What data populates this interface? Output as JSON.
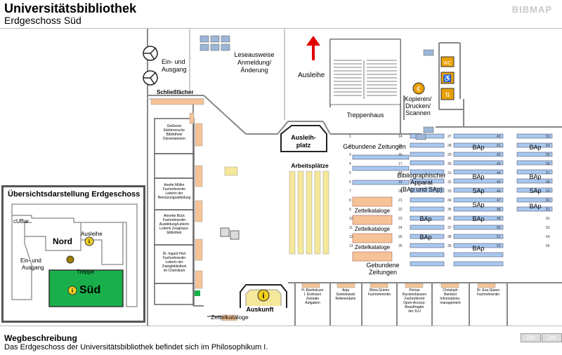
{
  "header": {
    "title": "Universitätsbibliothek",
    "subtitle": "Erdgeschoss Süd",
    "brand": "BIBMAP"
  },
  "map": {
    "labels": {
      "entrance": "Ein- und",
      "entrance2": "Ausgang",
      "registration1": "Leseausweise",
      "registration2": "Anmeldung/",
      "registration3": "Änderung",
      "loan_desk": "Ausleihe",
      "lockers": "Schließfächer",
      "staircase": "Treppenhaus",
      "copy1": "Kopieren/",
      "copy2": "Drucken/",
      "copy3": "Scannen",
      "wc": "WC",
      "pickup1": "Ausleih-",
      "pickup2": "platz",
      "bound_journals_top": "Gebundene Zeitungen",
      "workspaces": "Arbeitsplätze",
      "biblio1": "Bibliographischer",
      "biblio2": "Apparat",
      "biblio3": "(BAp und SAp)",
      "card_catalogs": "Zettelkataloge",
      "bound_journals_bottom1": "Gebundene",
      "bound_journals_bottom2": "Zeitungen",
      "info_desk": "Auskunft",
      "card_catalogs_bottom": "Zettelkataloge",
      "bap": "BAp",
      "sap": "SAp"
    },
    "offices_left": [
      [
        "Gießener",
        "Elektronische",
        "Bibliothek/",
        "Dissertationen"
      ],
      [
        "Anette Müller",
        "Fachreferentin",
        "Leiterin der",
        "Benutzungsabteilung"
      ],
      [
        "Annette Bück",
        "Fachreferentin",
        "Ausbildung/Leiterin",
        "Leiterin Zeughaus-",
        "bibliothek"
      ],
      [
        "Dr. Ingard Hort",
        "Fachreferentin",
        "Leiterin der",
        "Zweigbibliothek",
        "im Chemikum"
      ]
    ],
    "offices_bottom": [
      [
        "H. Banholczer",
        "I. Erdmann",
        "Zentrale",
        "Aufgaben"
      ],
      [
        "Anja",
        "Golebiowski",
        "Referendarin"
      ],
      [
        "Rhea Grimm",
        "Fachreferentin"
      ],
      [
        "Florian",
        "Ruckelshausen",
        "Fachreferent",
        "Open-Access-",
        "Beauftragter",
        "der JLU"
      ],
      [
        "Christoph",
        "Bamikol",
        "Informations-",
        "management"
      ],
      [
        "Dr. Eva Glaser",
        "Fachreferentin"
      ]
    ],
    "shelf_numbers": [
      "1",
      "2",
      "3",
      "4",
      "5",
      "6",
      "7",
      "8",
      "9",
      "10",
      "11",
      "12",
      "13",
      "14",
      "15",
      "16",
      "17",
      "18",
      "19",
      "20",
      "21",
      "22",
      "23",
      "24",
      "25",
      "26",
      "27",
      "28",
      "29",
      "30",
      "31",
      "32",
      "33",
      "34",
      "35",
      "36",
      "37",
      "38",
      "39",
      "40",
      "41",
      "42",
      "43",
      "44",
      "45",
      "46",
      "47",
      "48",
      "49",
      "50",
      "51",
      "52",
      "53",
      "54",
      "55",
      "56",
      "57",
      "58",
      "59",
      "60",
      "61",
      "62",
      "63",
      "64",
      "65"
    ]
  },
  "overview": {
    "title": "Übersichtsdarstellung Erdgeschoss",
    "cubar": "cUBar",
    "nord": "Nord",
    "loan": "Ausleihe",
    "entrance1": "Ein- und",
    "entrance2": "Ausgang",
    "stairs": "Treppe",
    "sud": "Süd"
  },
  "footer": {
    "directions_title": "Wegbeschreibung",
    "directions_text": "Das Erdgeschoss der Universitätsbibliothek befindet sich im Philosophikum I.",
    "scale_2m": "2m",
    "scale_2m_b": "2m"
  },
  "colors": {
    "shelf_blue": "#a8c8ee",
    "catalog_orange": "#f5c396",
    "sud_green": "#19b04b",
    "info_yellow": "#f0d020",
    "arrow_red": "#e00000",
    "workspace_yellow": "#f5e89a"
  }
}
